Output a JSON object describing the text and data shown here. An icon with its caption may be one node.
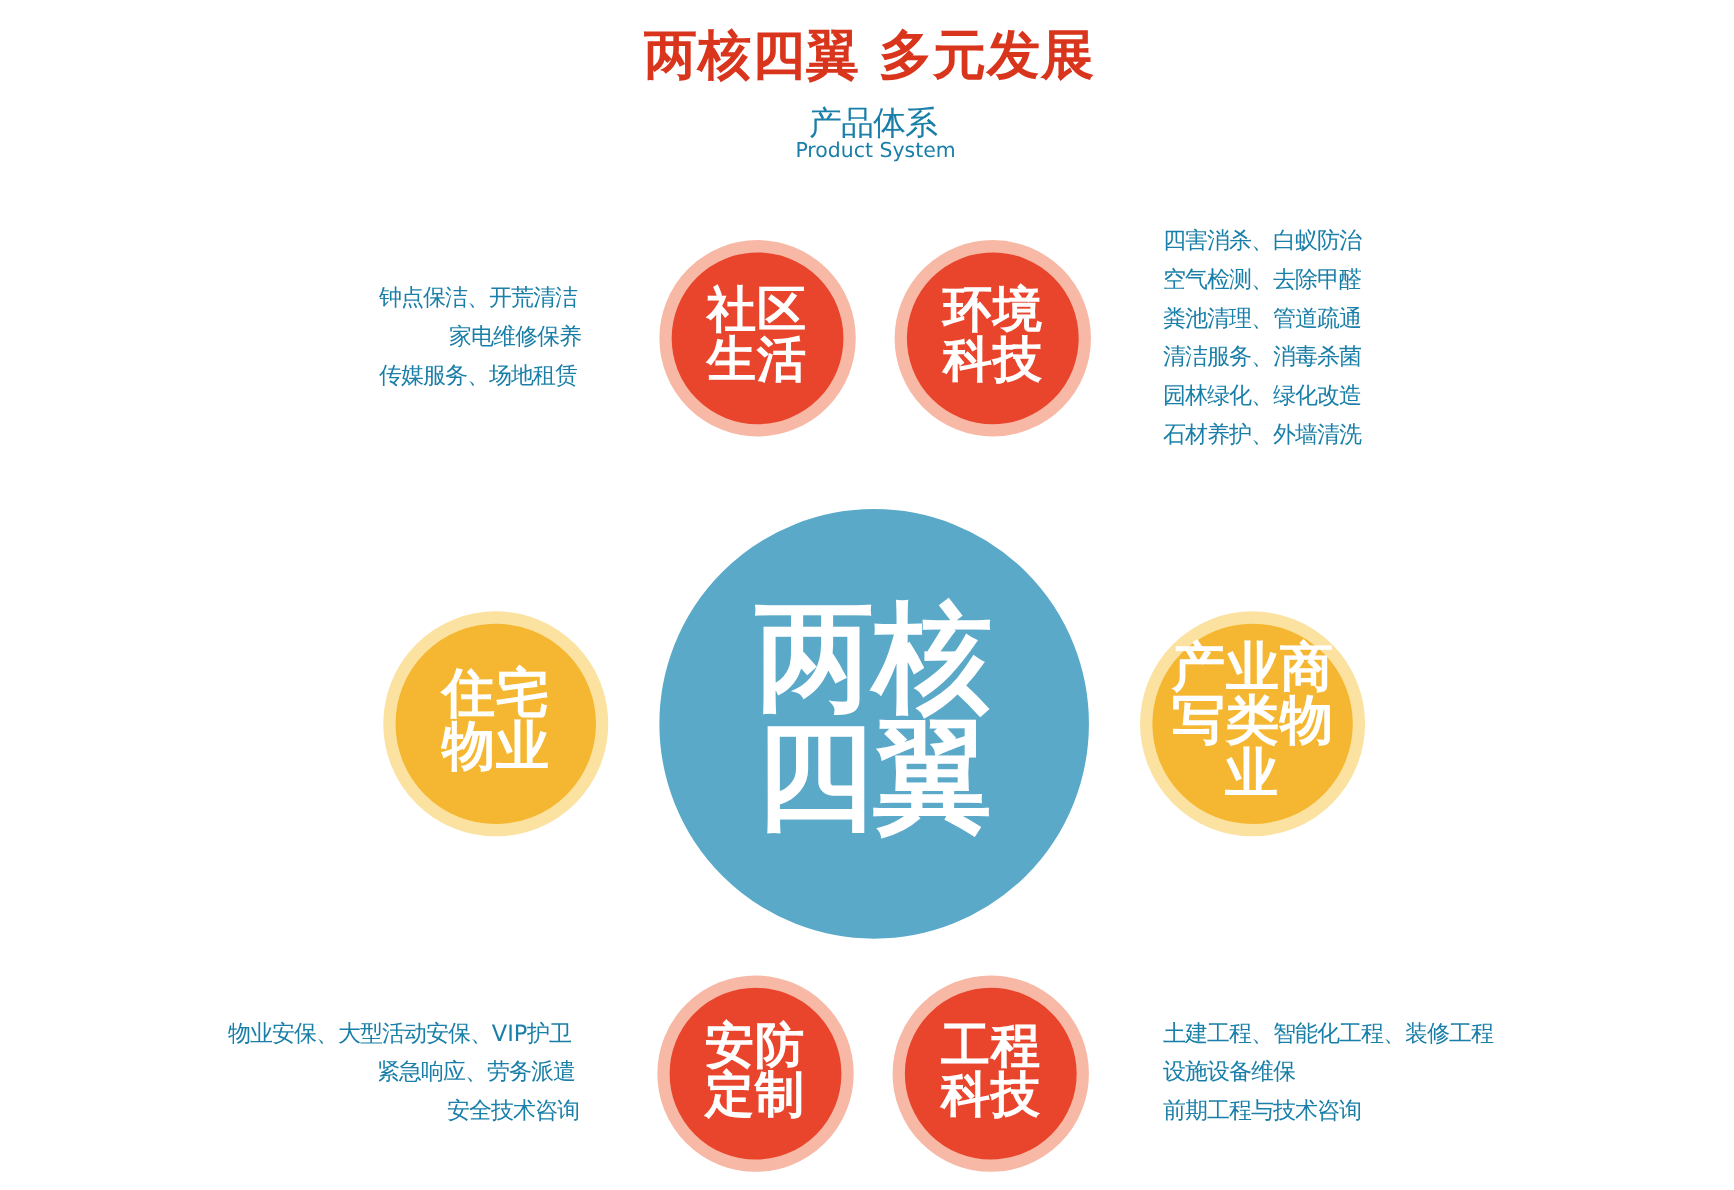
{
  "diagram": {
    "title": "两核四翼 多元发展",
    "nodes": [
      {
        "text": [
          "社区生活"
        ],
        "beside": [
          "钟点保洁、开荒清洁",
          "家电维修保养",
          "传媒服务、场地租赁"
        ]
      },
      {
        "text": [
          "环境科技"
        ],
        "beside": [
          "四害消杀、白蚁防治",
          "空气检测、去除甲醛",
          "粪池清理、管道疏通",
          "清洁服务、消毒杀菌",
          "园林绿化、绿化改造",
          "石材养护、外墙清洗"
        ]
      },
      {
        "text": [
          "住宅物业"
        ]
      },
      {
        "text": [
          "两核四翼"
        ]
      },
      {
        "text": [
          "产业商写类物业"
        ]
      },
      {
        "text": [
          "安防定制"
        ],
        "beside": [
          "物业安保、大型活动安保、VIP护卫",
          "紧急响应、劳务派遣",
          "安全技术咨询"
        ]
      },
      {
        "text": [
          "工程科技"
        ],
        "beside": [
          "土建工程、智能化工程、装修工程",
          "设施设备维保",
          "前期工程与技术咨询"
        ]
      }
    ],
    "labels": [
      "产品体系",
      "Product System"
    ]
  }
}
